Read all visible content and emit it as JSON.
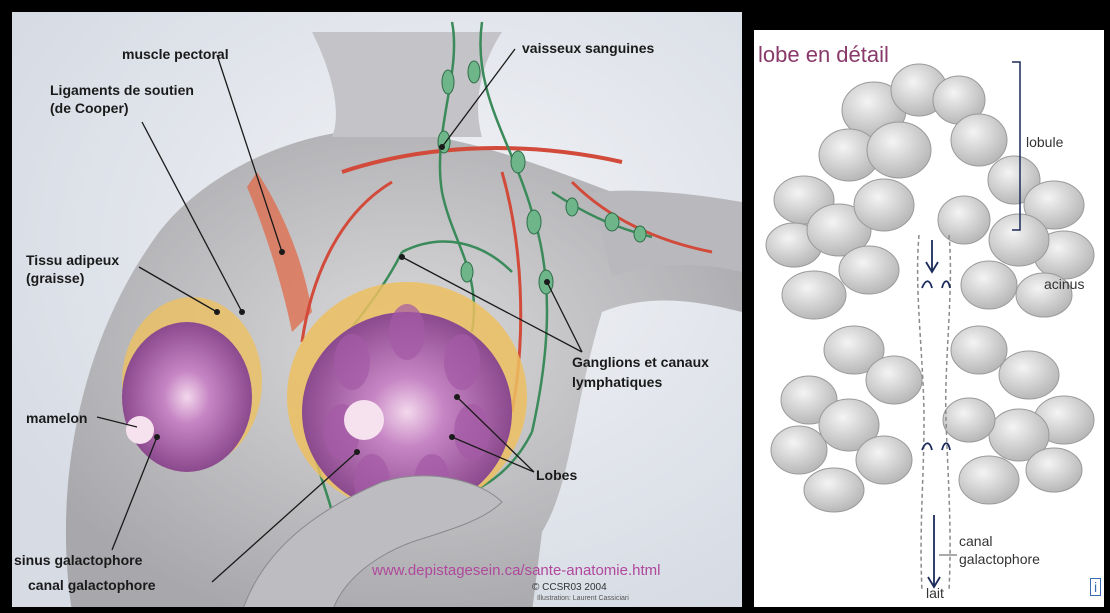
{
  "left_panel": {
    "labels": {
      "muscle": "muscle pectoral",
      "ligaments_1": "Ligaments de soutien",
      "ligaments_2": "(de Cooper)",
      "tissu_1": "Tissu  adipeux",
      "tissu_2": "(graisse)",
      "mamelon": "mamelon",
      "sinus": "sinus galactophore",
      "canal": "canal  galactophore",
      "vaisseux": "vaisseux sanguines",
      "ganglions_1": "Ganglions et canaux",
      "ganglions_2": "lymphatiques",
      "lobes": "Lobes"
    },
    "url": "www.depistagesein.ca/sante-anatomie.html",
    "copyright": "© CCSR03 2004",
    "illustration_credit": "Illustration: Laurent Cassiciari"
  },
  "right_panel": {
    "title": "lobe en détail",
    "labels": {
      "lobule": "lobule",
      "acinus": "acinus",
      "canal_1": "canal",
      "canal_2": "galactophore",
      "lait": "lait"
    },
    "corner_badge": "i"
  },
  "colors": {
    "frame": "#000000",
    "skin": "#c9c9cb",
    "lymph": "#3a8a5a",
    "vessel": "#d24a3a",
    "lobe": "#b070b8",
    "fat": "#e8b84a",
    "url": "#b0489c",
    "right_title": "#8a3a6a"
  }
}
